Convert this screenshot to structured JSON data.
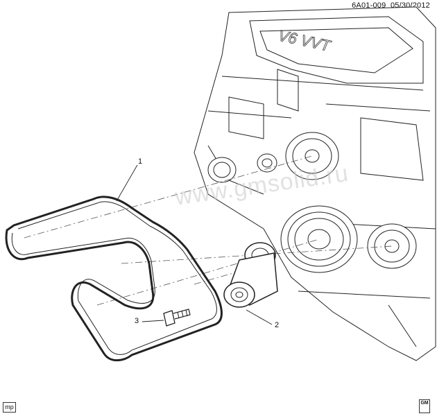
{
  "header": {
    "code": "6A01-009",
    "date": "05/30/2012"
  },
  "callouts": [
    {
      "number": "1",
      "part": "belt"
    },
    {
      "number": "2",
      "part": "tensioner"
    },
    {
      "number": "3",
      "part": "bolt"
    }
  ],
  "engine": {
    "cover_text": "V6 VVT"
  },
  "watermark": "www.gmsolid.ru",
  "corner_marks": {
    "left": "mp",
    "right": "GM"
  }
}
